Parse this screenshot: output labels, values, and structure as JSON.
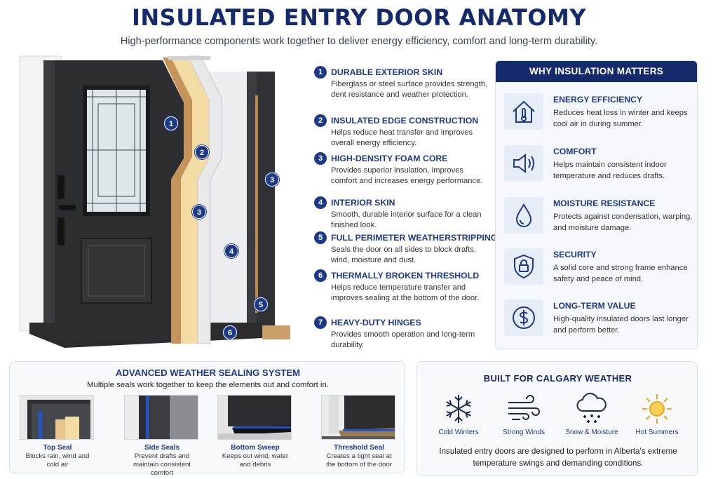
{
  "title": "INSULATED ENTRY DOOR ANATOMY",
  "subtitle": "High-performance components work together to deliver energy efficiency, comfort and long-term durability.",
  "markers": [
    "1",
    "2",
    "3",
    "3",
    "4",
    "5",
    "6"
  ],
  "components": [
    {
      "num": "1",
      "title": "DURABLE EXTERIOR SKIN",
      "desc": "Fiberglass or steel surface provides strength, dent resistance and weather protection."
    },
    {
      "num": "2",
      "title": "INSULATED EDGE CONSTRUCTION",
      "desc": "Helps reduce heat transfer and improves overall energy efficiency."
    },
    {
      "num": "3",
      "title": "HIGH-DENSITY FOAM CORE",
      "desc": "Provides superior insulation, improves comfort and increases energy performance."
    },
    {
      "num": "4",
      "title": "INTERIOR SKIN",
      "desc": "Smooth, durable interior surface for a clean finished look."
    },
    {
      "num": "5",
      "title": "FULL PERIMETER WEATHERSTRIPPING",
      "desc": "Seals the door on all sides to block drafts, wind, moisture and dust."
    },
    {
      "num": "6",
      "title": "THERMALLY BROKEN THRESHOLD",
      "desc": "Helps reduce temperature transfer and improves sealing at the bottom of the door."
    },
    {
      "num": "7",
      "title": "HEAVY-DUTY HINGES",
      "desc": "Provides smooth operation and long-term durability."
    }
  ],
  "why": {
    "heading": "WHY INSULATION MATTERS",
    "items": [
      {
        "icon": "house-thermometer-icon",
        "title": "ENERGY EFFICIENCY",
        "desc": "Reduces heat loss in winter and keeps cool air in during summer."
      },
      {
        "icon": "speaker-icon",
        "title": "COMFORT",
        "desc": "Helps maintain consistent indoor temperature and reduces drafts."
      },
      {
        "icon": "water-drop-icon",
        "title": "MOISTURE RESISTANCE",
        "desc": "Protects against condensation, warping, and moisture damage."
      },
      {
        "icon": "shield-lock-icon",
        "title": "SECURITY",
        "desc": "A solid core and strong frame enhance safety and peace of mind."
      },
      {
        "icon": "dollar-icon",
        "title": "LONG-TERM VALUE",
        "desc": "High-quality insulated doors last longer and perform better."
      }
    ]
  },
  "sealing": {
    "title": "ADVANCED WEATHER SEALING SYSTEM",
    "subtitle": "Multiple seals work together to keep the elements out and comfort in.",
    "items": [
      {
        "name": "Top Seal",
        "desc": "Blocks rain, wind and cold air"
      },
      {
        "name": "Side Seals",
        "desc": "Prevent drafts and maintain consistent comfort"
      },
      {
        "name": "Bottom Sweep",
        "desc": "Keeps out wind, water and debris"
      },
      {
        "name": "Threshold Seal",
        "desc": "Creates a tight seal at the bottom of the door"
      }
    ]
  },
  "calgary": {
    "title": "BUILT FOR CALGARY WEATHER",
    "items": [
      {
        "icon": "snowflake-icon",
        "name": "Cold Winters"
      },
      {
        "icon": "wind-icon",
        "name": "Strong Winds"
      },
      {
        "icon": "snow-cloud-icon",
        "name": "Snow & Moisture"
      },
      {
        "icon": "sun-icon",
        "name": "Hot Summers"
      }
    ],
    "desc": "Insulated entry doors are designed to perform in Alberta's extreme temperature swings and demanding conditions."
  },
  "colors": {
    "navy": "#142a6b",
    "blue": "#1d3a8a",
    "foam": "#f3dca4",
    "door": "#2b2d30"
  }
}
